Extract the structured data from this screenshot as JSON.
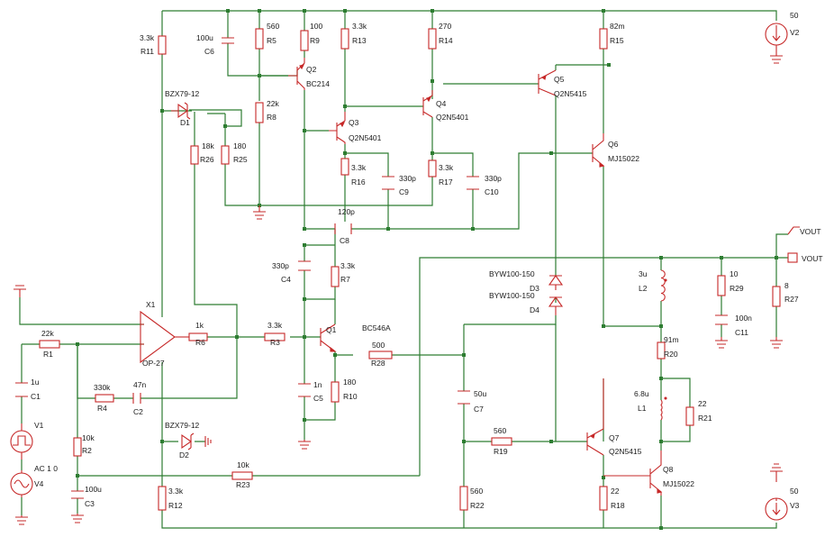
{
  "components": {
    "R1": {
      "ref": "R1",
      "value": "22k"
    },
    "R2": {
      "ref": "R2",
      "value": "10k"
    },
    "R3": {
      "ref": "R3",
      "value": "3.3k"
    },
    "R4": {
      "ref": "R4",
      "value": "330k"
    },
    "R5": {
      "ref": "R5",
      "value": "560"
    },
    "R6": {
      "ref": "R6",
      "value": "1k"
    },
    "R7": {
      "ref": "R7",
      "value": "3.3k"
    },
    "R8": {
      "ref": "R8",
      "value": "22k"
    },
    "R9": {
      "ref": "R9",
      "value": "100"
    },
    "R10": {
      "ref": "R10",
      "value": "180"
    },
    "R11": {
      "ref": "R11",
      "value": "3.3k"
    },
    "R12": {
      "ref": "R12",
      "value": "3.3k"
    },
    "R13": {
      "ref": "R13",
      "value": "3.3k"
    },
    "R14": {
      "ref": "R14",
      "value": "270"
    },
    "R15": {
      "ref": "R15",
      "value": "82m"
    },
    "R16": {
      "ref": "R16",
      "value": "3.3k"
    },
    "R17": {
      "ref": "R17",
      "value": "3.3k"
    },
    "R18": {
      "ref": "R18",
      "value": "22"
    },
    "R19": {
      "ref": "R19",
      "value": "560"
    },
    "R20": {
      "ref": "R20",
      "value": "91m"
    },
    "R21": {
      "ref": "R21",
      "value": "22"
    },
    "R22": {
      "ref": "R22",
      "value": "560"
    },
    "R23": {
      "ref": "R23",
      "value": "10k"
    },
    "R25": {
      "ref": "R25",
      "value": "180"
    },
    "R26": {
      "ref": "R26",
      "value": "18k"
    },
    "R27": {
      "ref": "R27",
      "value": "8"
    },
    "R28": {
      "ref": "R28",
      "value": "500"
    },
    "R29": {
      "ref": "R29",
      "value": "10"
    },
    "C1": {
      "ref": "C1",
      "value": "1u"
    },
    "C2": {
      "ref": "C2",
      "value": "47n"
    },
    "C3": {
      "ref": "C3",
      "value": "100u"
    },
    "C4": {
      "ref": "C4",
      "value": "330p"
    },
    "C5": {
      "ref": "C5",
      "value": "1n"
    },
    "C6": {
      "ref": "C6",
      "value": "100u"
    },
    "C7": {
      "ref": "C7",
      "value": "50u"
    },
    "C8": {
      "ref": "C8",
      "value": "120p"
    },
    "C9": {
      "ref": "C9",
      "value": "330p"
    },
    "C10": {
      "ref": "C10",
      "value": "330p"
    },
    "C11": {
      "ref": "C11",
      "value": "100n"
    },
    "L1": {
      "ref": "L1",
      "value": "6.8u"
    },
    "L2": {
      "ref": "L2",
      "value": "3u"
    },
    "D1": {
      "ref": "D1",
      "value": "BZX79-12"
    },
    "D2": {
      "ref": "D2",
      "value": "BZX79-12"
    },
    "D3": {
      "ref": "D3",
      "value": "BYW100-150"
    },
    "D4": {
      "ref": "D4",
      "value": "BYW100-150"
    },
    "Q1": {
      "ref": "Q1",
      "value": "BC546A"
    },
    "Q2": {
      "ref": "Q2",
      "value": "BC214"
    },
    "Q3": {
      "ref": "Q3",
      "value": "Q2N5401"
    },
    "Q4": {
      "ref": "Q4",
      "value": "Q2N5401"
    },
    "Q5": {
      "ref": "Q5",
      "value": "Q2N5415"
    },
    "Q6": {
      "ref": "Q6",
      "value": "MJ15022"
    },
    "Q7": {
      "ref": "Q7",
      "value": "Q2N5415"
    },
    "Q8": {
      "ref": "Q8",
      "value": "MJ15022"
    },
    "X1": {
      "ref": "X1",
      "value": "OP-27"
    },
    "V1": {
      "ref": "V1"
    },
    "V2": {
      "ref": "V2",
      "value": "50"
    },
    "V3": {
      "ref": "V3",
      "value": "50"
    },
    "V4": {
      "ref": "V4",
      "value": "AC 1 0"
    }
  },
  "labels": {
    "vout_net": "VOUT",
    "vout_port": "VOUT"
  },
  "colors": {
    "wire": "#2e7d32",
    "component": "#c62828",
    "text": "#1a1a1a"
  }
}
